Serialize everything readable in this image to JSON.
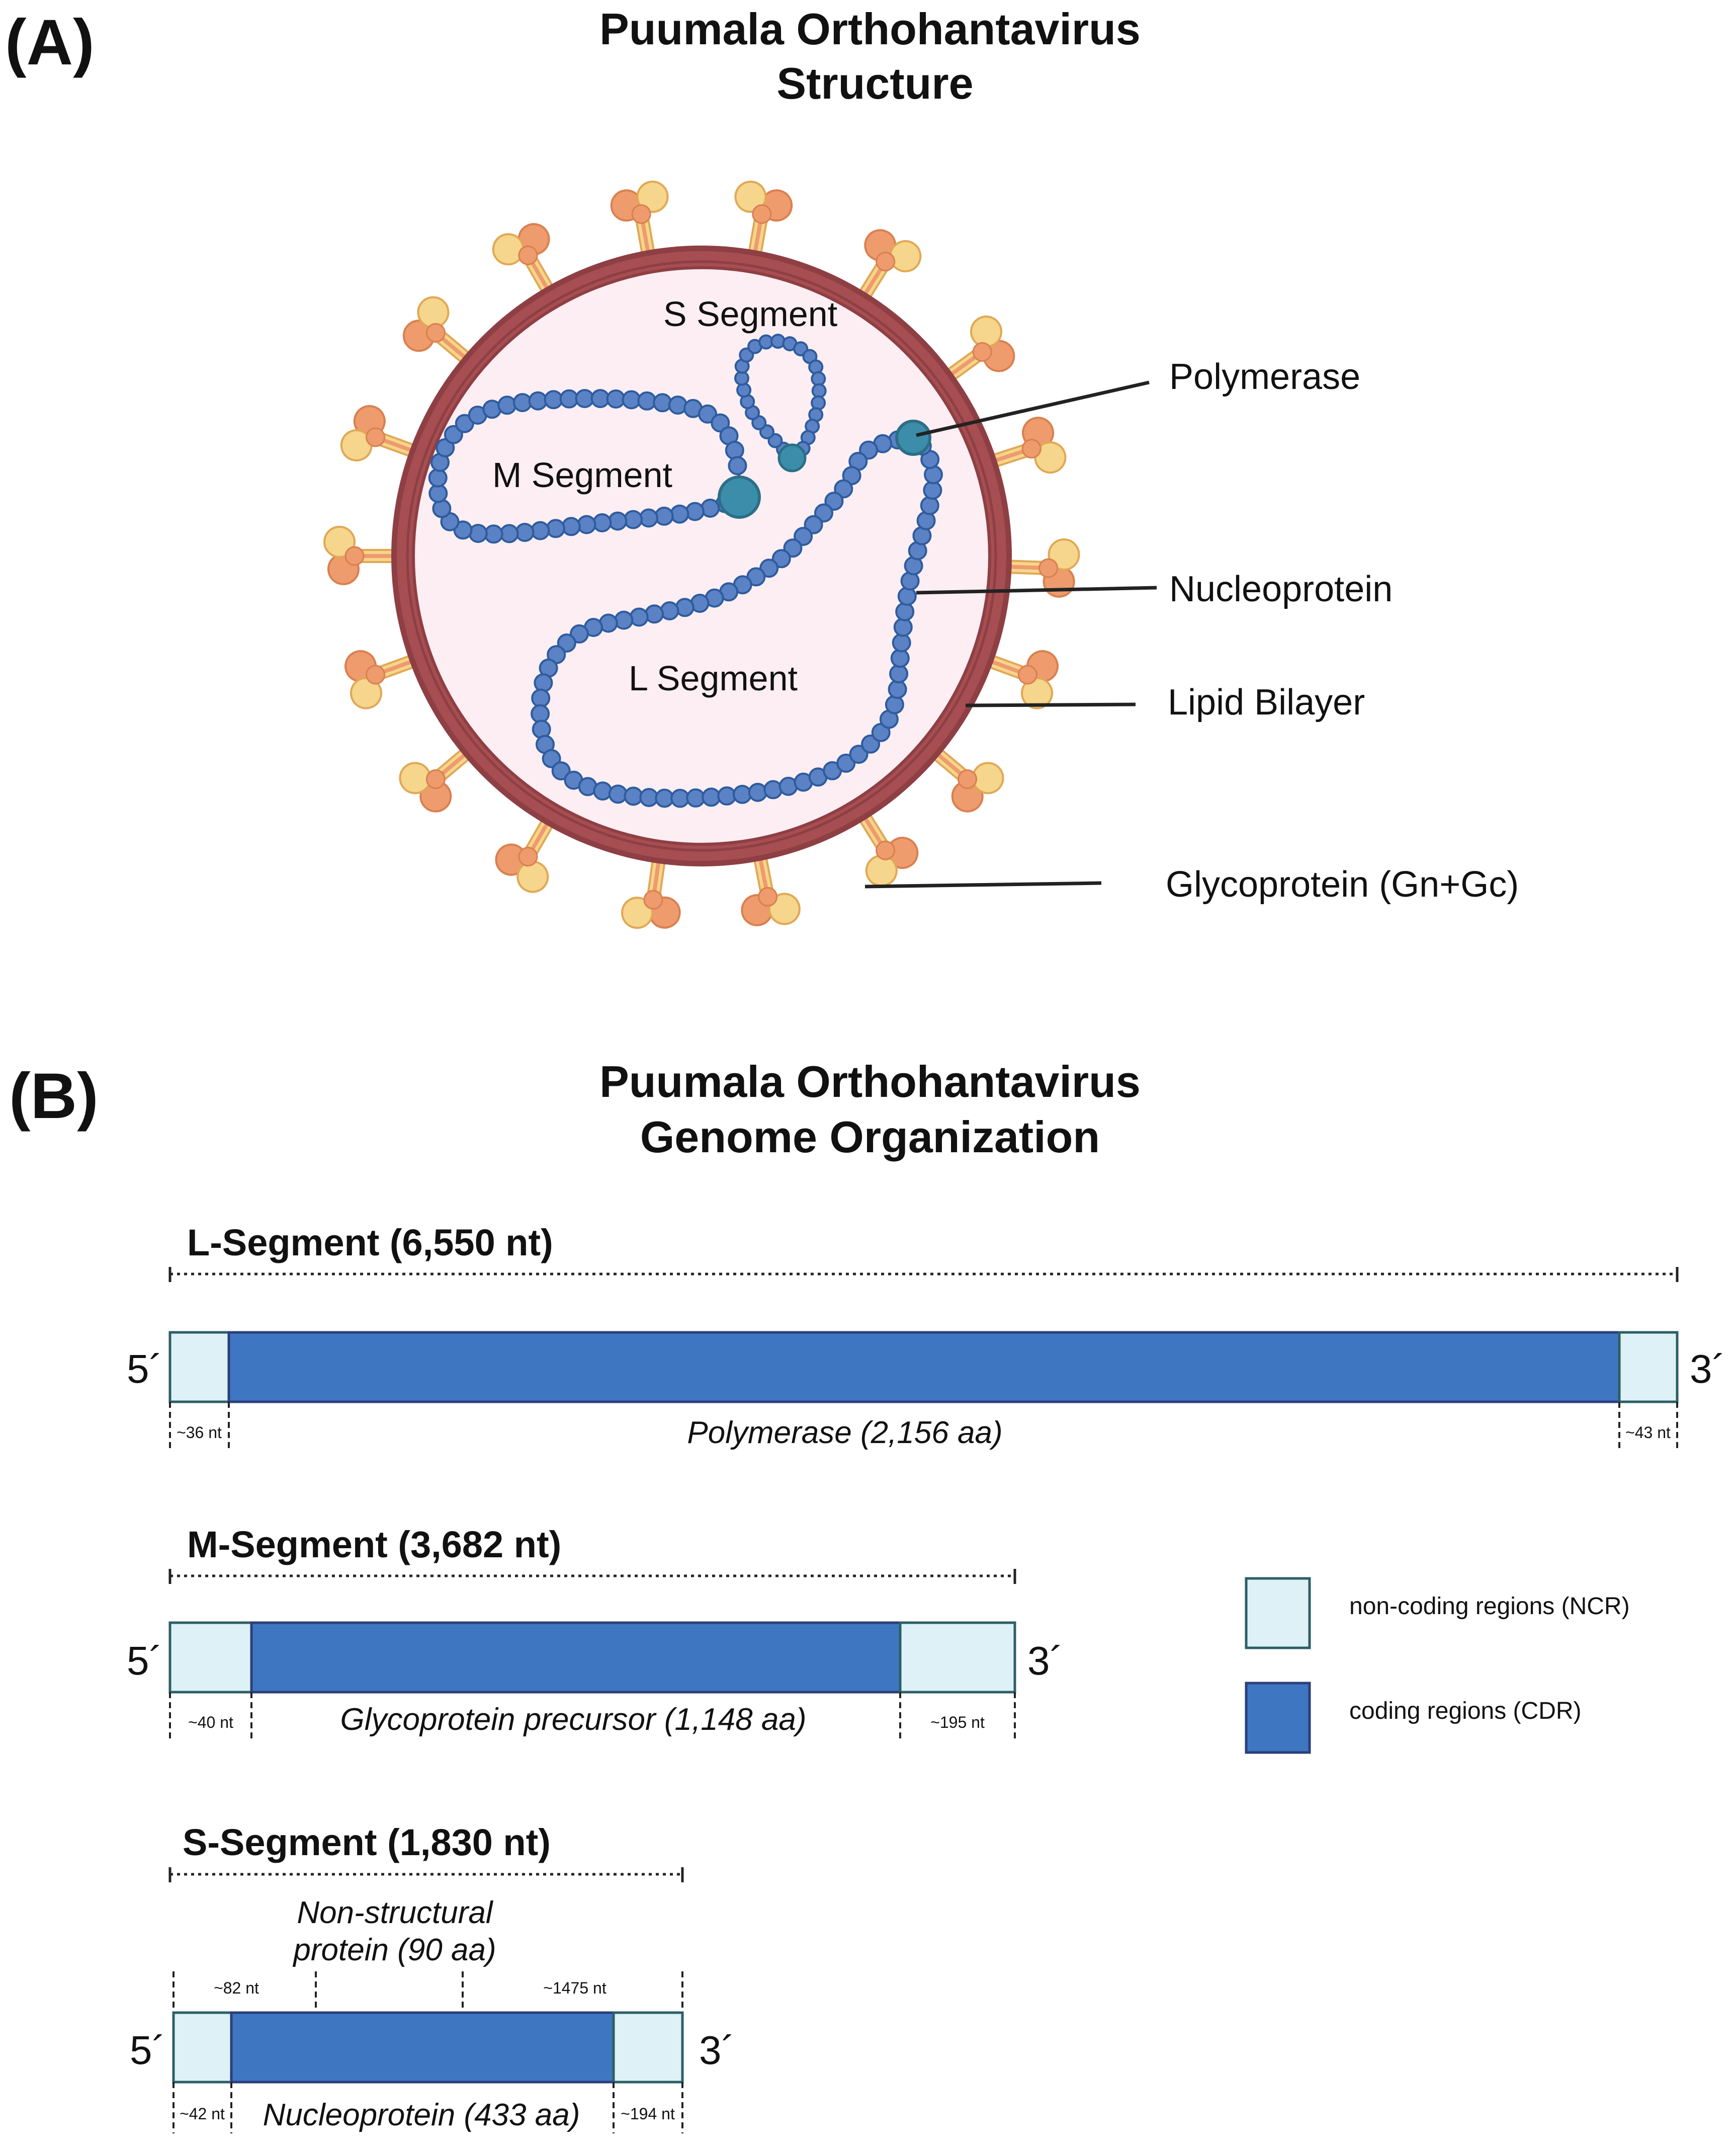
{
  "panel_a": {
    "label": "(A)",
    "title_line1": "Puumala Orthohantavirus",
    "title_line2": "Structure",
    "segment_labels": {
      "s": "S Segment",
      "m": "M Segment",
      "l": "L Segment"
    },
    "callouts": {
      "polymerase": "Polymerase",
      "nucleoprotein": "Nucleoprotein",
      "lipid_bilayer": "Lipid Bilayer",
      "glycoprotein": "Glycoprotein (Gn+Gc)"
    },
    "colors": {
      "membrane": "#A04A4E",
      "interior": "#FDEEF3",
      "nucleoprotein": "#5A82C4",
      "polymerase": "#3C8DAA",
      "glyco_orange": "#EE9B6E",
      "glyco_yellow": "#F6D58C"
    }
  },
  "panel_b": {
    "label": "(B)",
    "title_line1": "Puumala Orthohantavirus",
    "title_line2": "Genome Organization",
    "five_prime": "5´",
    "three_prime": "3´",
    "segments": {
      "l": {
        "title": "L-Segment (6,550 nt)",
        "ncr_left": "~36 nt",
        "ncr_right": "~43 nt",
        "protein": "Polymerase (2,156 aa)"
      },
      "m": {
        "title": "M-Segment (3,682 nt)",
        "ncr_left": "~40 nt",
        "ncr_right": "~195 nt",
        "protein": "Glycoprotein precursor (1,148 aa)"
      },
      "s": {
        "title": "S-Segment (1,830 nt)",
        "ncr_left": "~42 nt",
        "ncr_right": "~194 nt",
        "ns_left": "~82 nt",
        "ns_right": "~1475 nt",
        "ns_protein_line1": "Non-structural",
        "ns_protein_line2": "protein (90 aa)",
        "protein": "Nucleoprotein (433 aa)"
      }
    },
    "legend": {
      "ncr": "non-coding regions (NCR)",
      "cdr": "coding regions (CDR)"
    },
    "colors": {
      "ncr": "#DDF1F6",
      "cdr": "#3E76C2",
      "outline": "#2C5F66"
    }
  }
}
